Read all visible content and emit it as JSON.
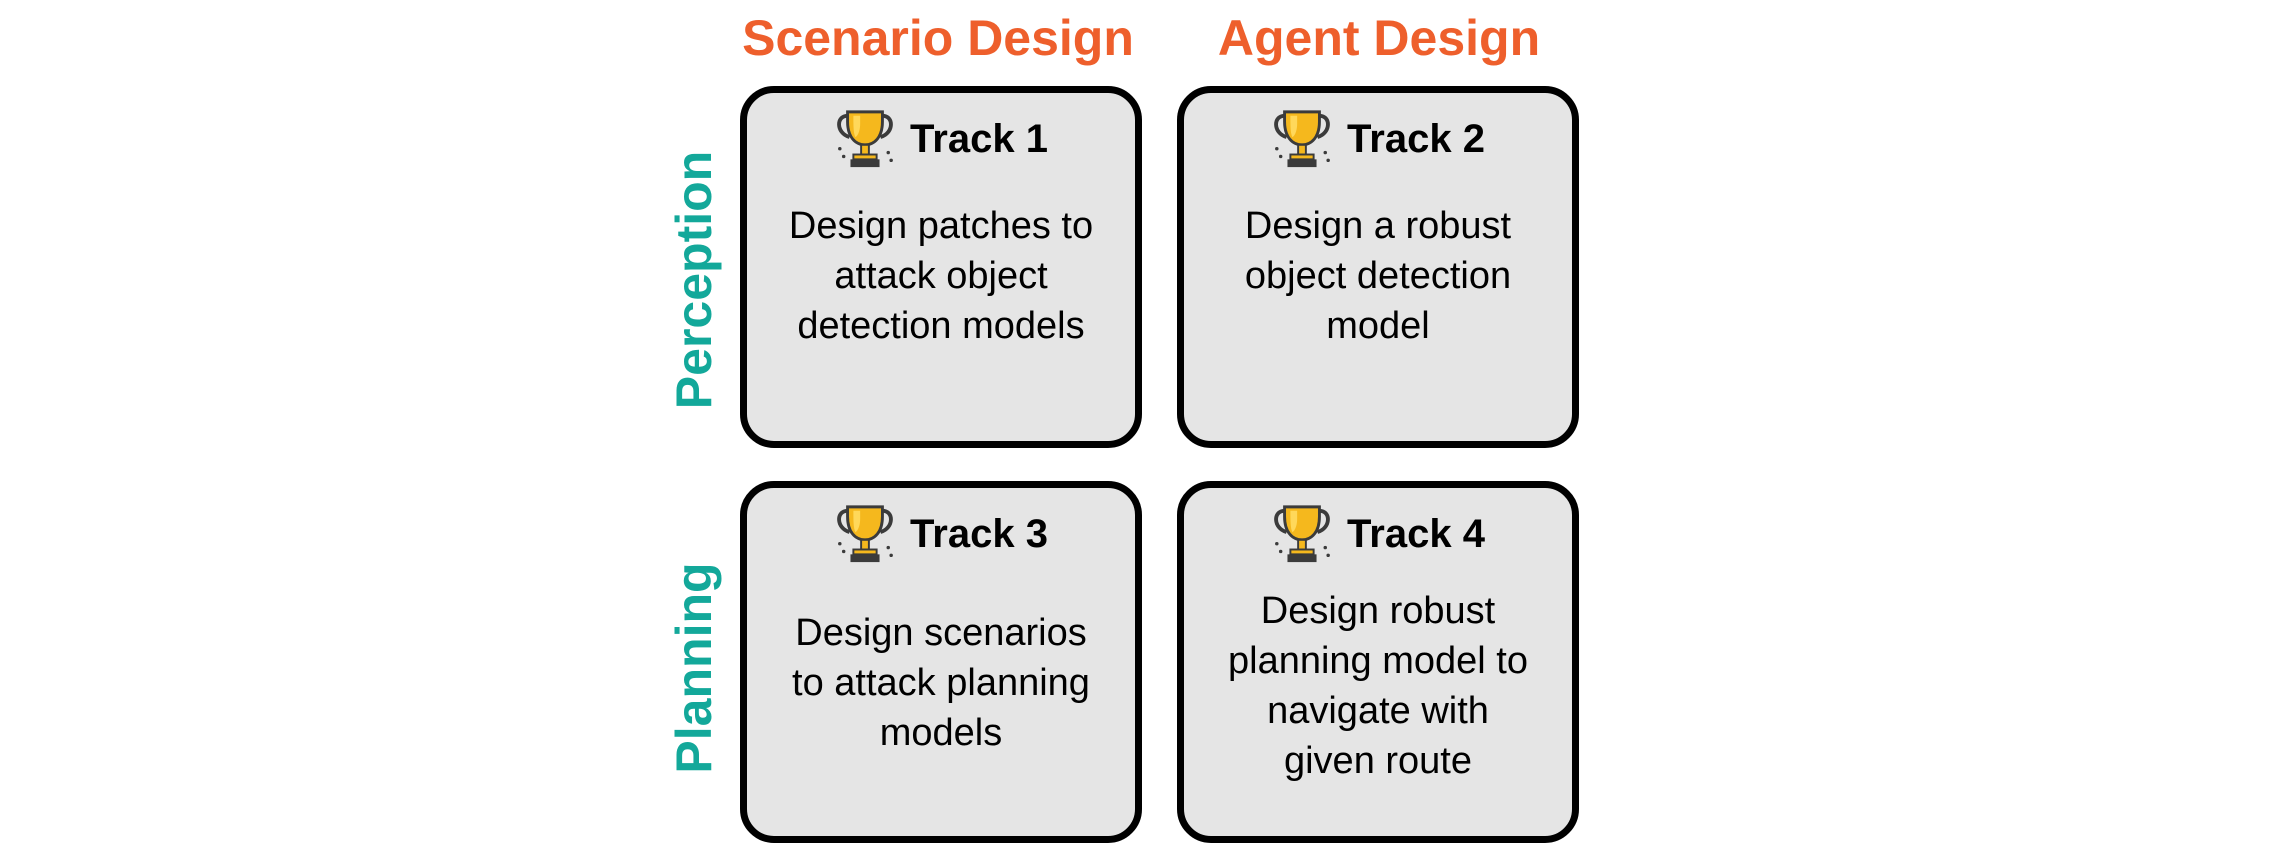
{
  "columns": [
    {
      "label": "Scenario Design"
    },
    {
      "label": "Agent Design"
    }
  ],
  "rows": [
    {
      "label": "Perception"
    },
    {
      "label": "Planning"
    }
  ],
  "tracks": [
    {
      "icon": "trophy-icon",
      "title": "Track 1",
      "lines": [
        "Design patches to",
        "attack object",
        "detection models"
      ]
    },
    {
      "icon": "trophy-icon",
      "title": "Track 2",
      "lines": [
        "Design a robust",
        "object detection",
        "model"
      ]
    },
    {
      "icon": "trophy-icon",
      "title": "Track 3",
      "lines": [
        "Design scenarios",
        "to attack planning",
        "models"
      ]
    },
    {
      "icon": "trophy-icon",
      "title": "Track 4",
      "lines": [
        "Design robust",
        "planning model to",
        "navigate with",
        "given route"
      ]
    }
  ],
  "colors": {
    "column_header": "#ee5f2c",
    "row_header": "#13a89a",
    "card_fill": "#e5e5e5",
    "card_border": "#000000",
    "trophy_gold": "#f5b81d",
    "trophy_base": "#3b3b3b"
  }
}
